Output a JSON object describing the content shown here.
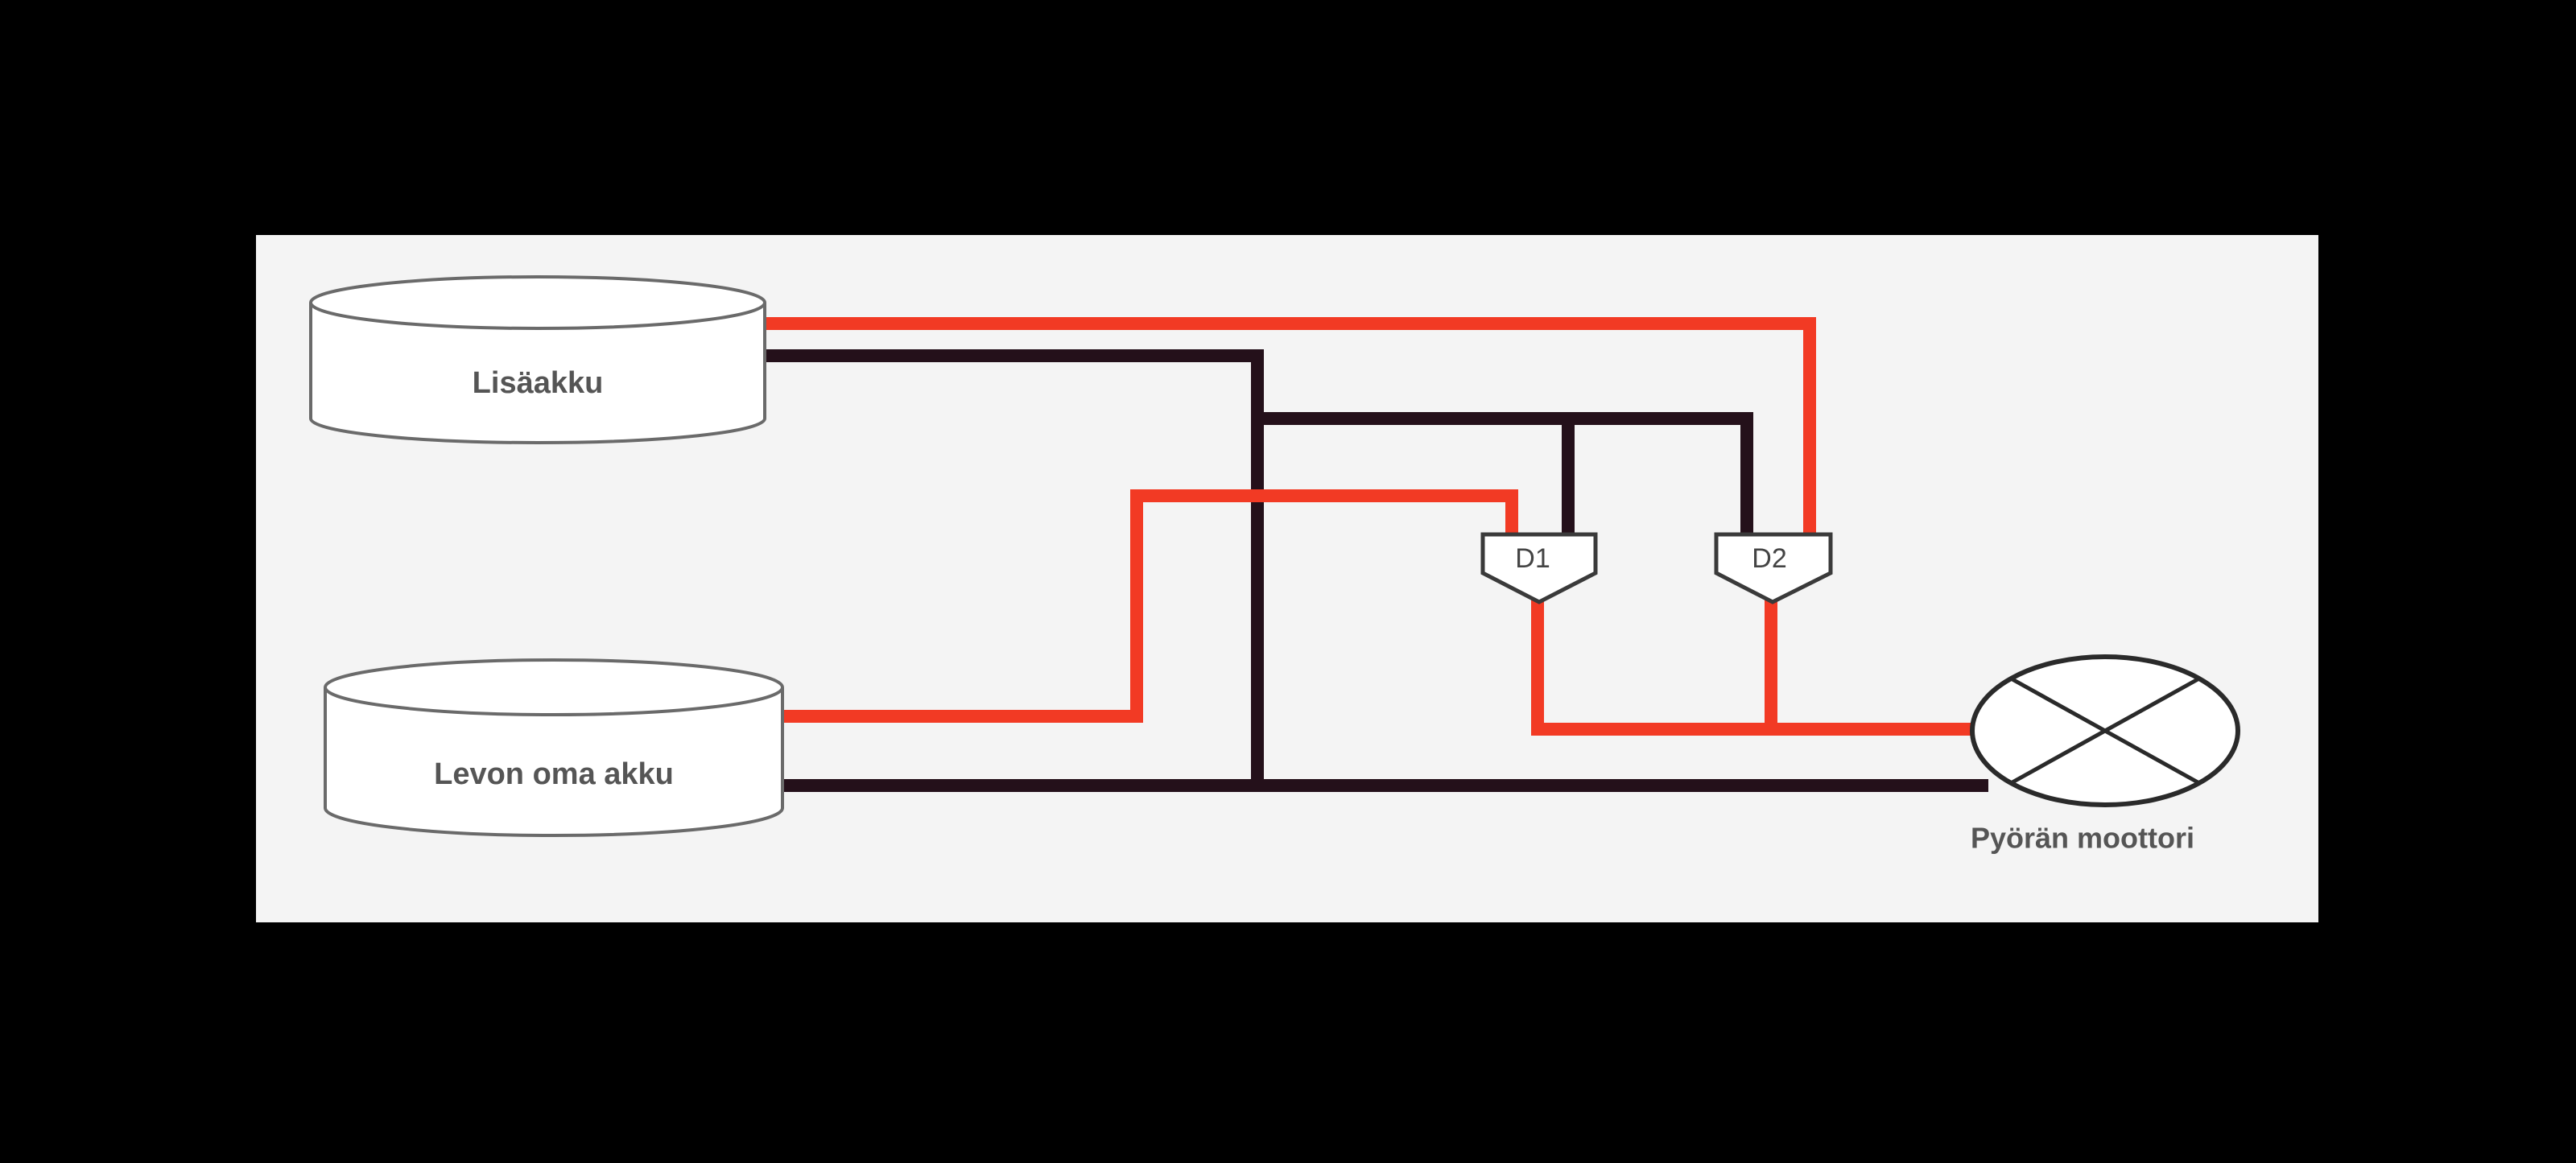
{
  "diagram": {
    "components": {
      "battery_extra": {
        "label": "Lisäakku"
      },
      "battery_own": {
        "label": "Levon oma akku"
      },
      "diode_1": {
        "label": "D1"
      },
      "diode_2": {
        "label": "D2"
      },
      "motor": {
        "label": "Pyörän moottori"
      }
    },
    "colors": {
      "background": "#000000",
      "panel": "#f4f4f4",
      "positive_wire": "#f23a24",
      "negative_wire": "#24101a"
    },
    "connections": [
      {
        "from": "battery_extra",
        "to": "diode_2",
        "polarity": "positive"
      },
      {
        "from": "battery_own",
        "to": "diode_1",
        "polarity": "positive"
      },
      {
        "from": "diode_1",
        "to": "motor",
        "polarity": "positive"
      },
      {
        "from": "diode_2",
        "to": "motor",
        "polarity": "positive"
      },
      {
        "from": "battery_extra",
        "to": "motor",
        "polarity": "negative"
      },
      {
        "from": "battery_own",
        "to": "motor",
        "polarity": "negative"
      },
      {
        "from": "battery_extra",
        "to": "diode_1",
        "polarity": "negative"
      },
      {
        "from": "battery_extra",
        "to": "diode_2",
        "polarity": "negative"
      }
    ]
  }
}
